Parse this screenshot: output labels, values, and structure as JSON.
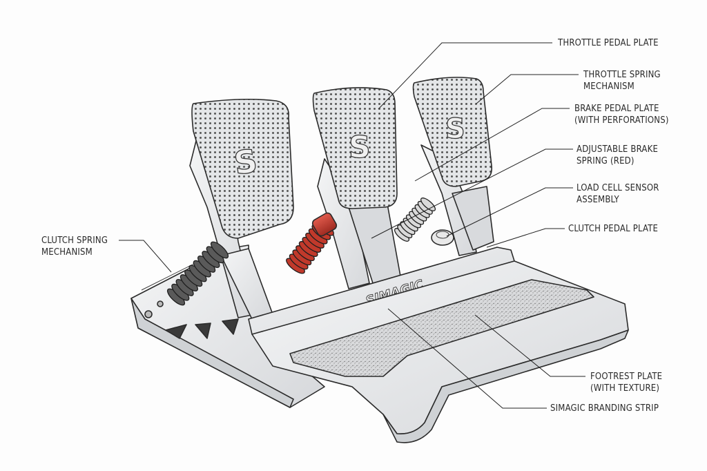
{
  "brand_text": "SIMAGIC",
  "labels": {
    "throttle_pedal_plate": [
      "THROTTLE PEDAL PLATE"
    ],
    "throttle_spring": [
      "THROTTLE SPRING",
      "MECHANISM"
    ],
    "brake_pedal_plate": [
      "BRAKE PEDAL PLATE",
      "(WITH PERFORATIONS)"
    ],
    "brake_spring": [
      "ADJUSTABLE BRAKE",
      "SPRING (RED)"
    ],
    "load_cell": [
      "LOAD CELL SENSOR",
      "ASSEMBLY"
    ],
    "clutch_pedal_plate": [
      "CLUTCH PEDAL PLATE"
    ],
    "clutch_spring": [
      "CLUTCH SPRING",
      "MECHANISM"
    ],
    "footrest": [
      "FOOTREST PLATE",
      "(WITH TEXTURE)"
    ],
    "branding_strip": [
      "SIMAGIC BRANDING STRIP"
    ]
  },
  "colors": {
    "line": "#2b2b2b",
    "metal": "#eceef0",
    "accent_spring": "#c0392b"
  }
}
